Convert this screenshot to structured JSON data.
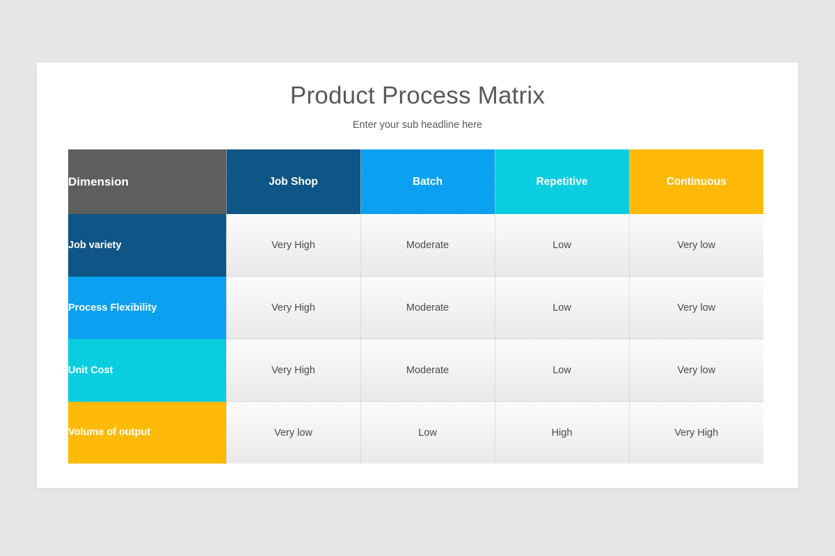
{
  "slide": {
    "title": "Product Process Matrix",
    "subtitle": "Enter your sub headline here"
  },
  "colors": {
    "page_background": "#E8E6E7",
    "card_background": "#FFFFFF",
    "header_dimension": "#5E5E5E",
    "header_job_shop": "#0F5585",
    "header_batch": "#0BA1F0",
    "header_repetitive": "#0ACEE0",
    "header_continuous": "#FFBA08",
    "cell_background": "#F3F3F3",
    "cell_text": "#4A4A4A",
    "title_text": "#58595B"
  },
  "matrix": {
    "columns": [
      {
        "label": "Dimension",
        "color": "#5E5E5E"
      },
      {
        "label": "Job Shop",
        "color": "#0F5585"
      },
      {
        "label": "Batch",
        "color": "#0BA1F0"
      },
      {
        "label": "Repetitive",
        "color": "#0ACEE0"
      },
      {
        "label": "Continuous",
        "color": "#FFBA08"
      }
    ],
    "rows": [
      {
        "label": "Job variety",
        "color": "#0F5585",
        "cells": [
          "Very High",
          "Moderate",
          "Low",
          "Very low"
        ]
      },
      {
        "label": "Process Flexibility",
        "color": "#0BA1F0",
        "cells": [
          "Very High",
          "Moderate",
          "Low",
          "Very low"
        ]
      },
      {
        "label": "Unit Cost",
        "color": "#0ACEE0",
        "cells": [
          "Very High",
          "Moderate",
          "Low",
          "Very low"
        ]
      },
      {
        "label": "Volume of output",
        "color": "#FFBA08",
        "cells": [
          "Very low",
          "Low",
          "High",
          "Very High"
        ]
      }
    ]
  }
}
